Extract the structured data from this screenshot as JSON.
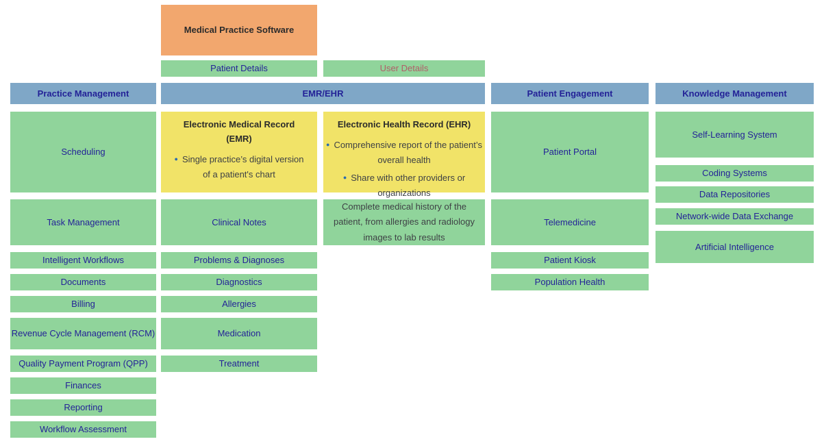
{
  "colors": {
    "orange": "#F2A76E",
    "green": "#90D49B",
    "blue_header": "#7FA7C7",
    "yellow": "#F1E368",
    "navy_text": "#232297",
    "dark_text": "#2B2B2B",
    "body_text": "#3E4145",
    "rose_text": "#B15E68",
    "bullet_blue": "#2B6CB0"
  },
  "root_box": {
    "label": "Medical Practice Software"
  },
  "detail_links": {
    "patient": "Patient Details",
    "user": "User Details"
  },
  "headers": {
    "practice_management": "Practice Management",
    "emr_ehr": "EMR/EHR",
    "patient_engagement": "Patient Engagement",
    "knowledge_management": "Knowledge Management"
  },
  "columns": {
    "practice_management": {
      "items": [
        "Scheduling",
        "Task Management",
        "Intelligent Workflows",
        "Documents",
        "Billing",
        "Revenue Cycle Management (RCM)",
        "Quality Payment Program (QPP)",
        "Finances",
        "Reporting",
        "Workflow Assessment"
      ]
    },
    "emr": {
      "info_box": {
        "title": "Electronic Medical Record (EMR)",
        "bullets": [
          "Single practice’s digital version of a patient's chart"
        ]
      },
      "items": [
        "Clinical Notes",
        "Problems & Diagnoses",
        "Diagnostics",
        "Allergies",
        "Medication",
        "Treatment"
      ]
    },
    "ehr": {
      "info_box": {
        "title": "Electronic Health Record (EHR)",
        "bullets": [
          "Comprehensive report of the patient’s overall health",
          "Share with other providers or organizations"
        ]
      },
      "note": "Complete medical history of the patient, from allergies and radiology images to lab results"
    },
    "patient_engagement": {
      "items": [
        "Patient Portal",
        "Telemedicine",
        "Patient Kiosk",
        "Population Health"
      ]
    },
    "knowledge_management": {
      "items": [
        "Self-Learning System",
        "Coding Systems",
        "Data Repositories",
        "Network-wide Data Exchange",
        "Artificial Intelligence"
      ]
    }
  }
}
